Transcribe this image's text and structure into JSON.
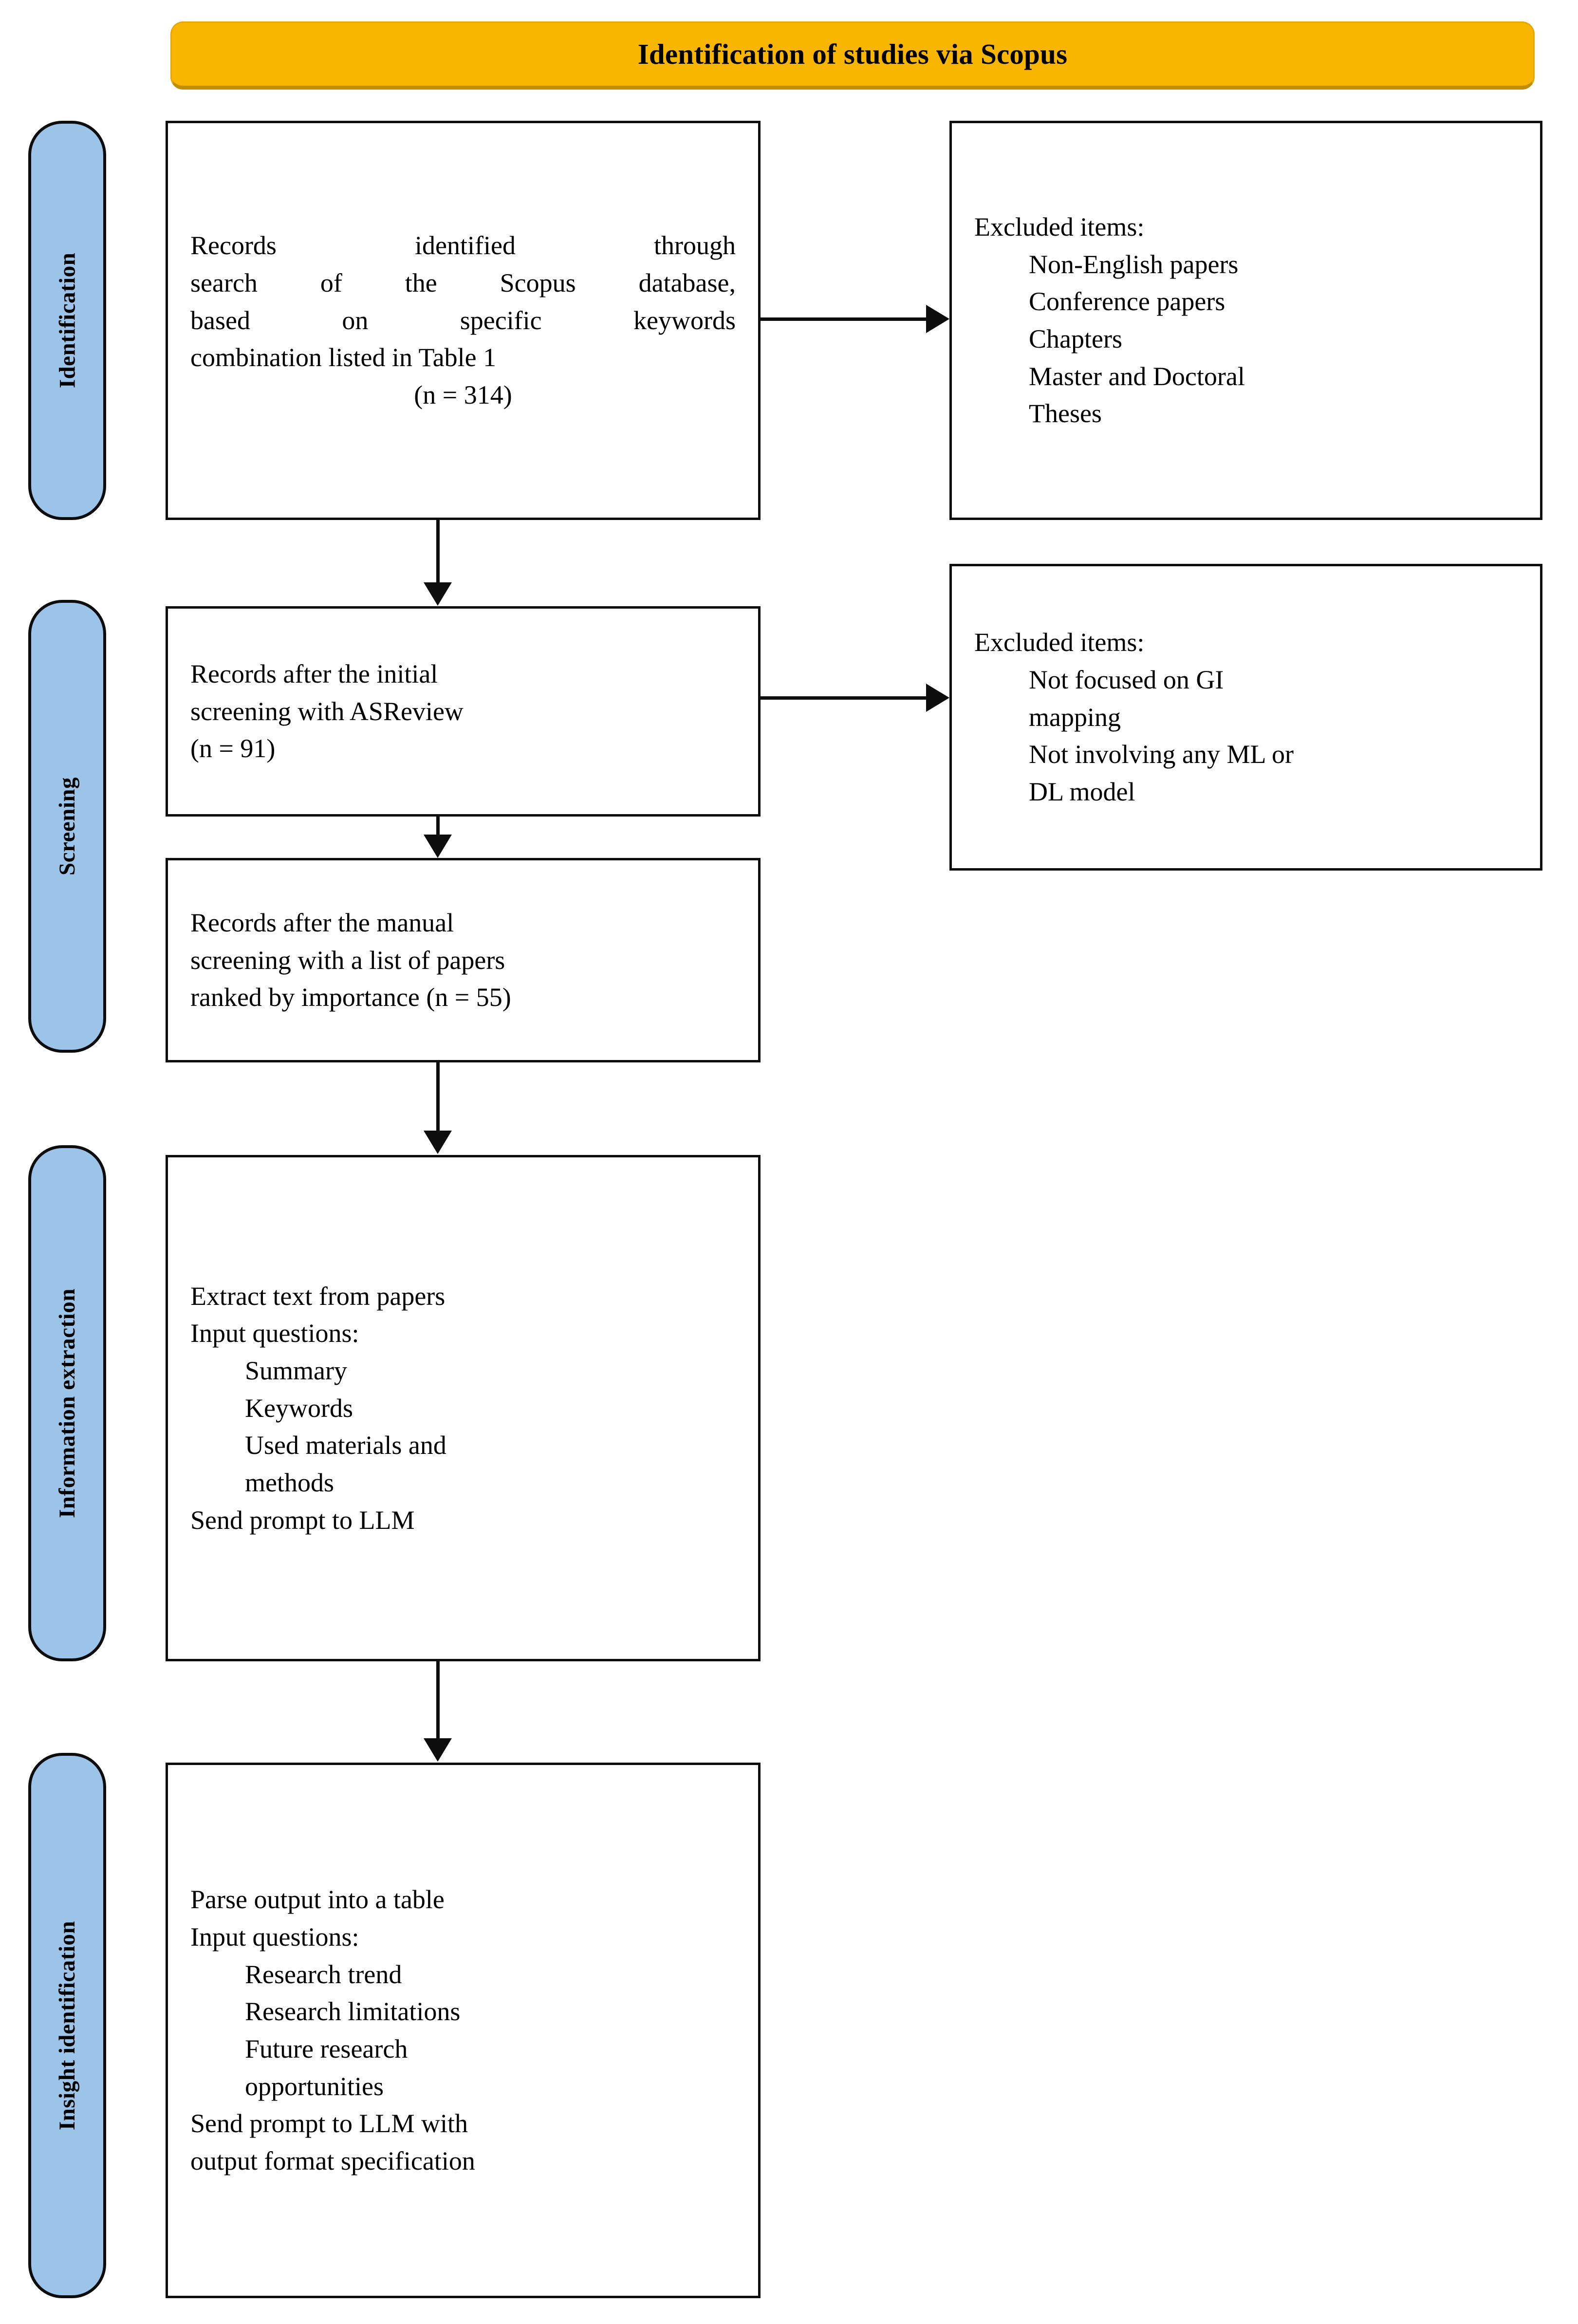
{
  "banner": {
    "title": "Identification of studies via Scopus",
    "bg_color": "#F9B600",
    "text_color": "#000000"
  },
  "stages": [
    {
      "id": "identification",
      "label": "Identification"
    },
    {
      "id": "screening",
      "label": "Screening"
    },
    {
      "id": "information-extraction",
      "label": "Information extraction"
    },
    {
      "id": "insight-identification",
      "label": "Insight identification"
    }
  ],
  "stage_pill_color": "#9CC3E8",
  "boxes": {
    "identified": {
      "line1": "Records identified through",
      "line2": "search of the Scopus database,",
      "line3": "based on specific keywords",
      "line4": "combination listed in Table 1",
      "count": "(n = 314)"
    },
    "excluded_1": {
      "heading": "Excluded items:",
      "items": [
        "Non-English papers",
        "Conference papers",
        "Chapters",
        "Master and Doctoral",
        "Theses"
      ]
    },
    "initial_screening": {
      "line1": "Records after the initial",
      "line2": "screening with ASReview",
      "count": "(n = 91)"
    },
    "excluded_2": {
      "heading": "Excluded items:",
      "items": [
        "Not focused on GI",
        "mapping",
        "Not involving any ML or",
        "DL model"
      ]
    },
    "manual_screening": {
      "line1": "Records after the manual",
      "line2": "screening with a list of papers",
      "line3": "ranked by importance (n = 55)"
    },
    "extraction": {
      "line1": "Extract text from papers",
      "line2": "Input questions:",
      "items": [
        "Summary",
        "Keywords",
        "Used materials and",
        "methods"
      ],
      "line3": "Send prompt to LLM"
    },
    "insight": {
      "line1": "Parse output into a table",
      "line2": "Input questions:",
      "items": [
        "Research trend",
        "Research limitations",
        "Future research",
        "opportunities"
      ],
      "line3": "Send prompt to LLM with",
      "line4": "output format specification"
    }
  },
  "chart_data": {
    "type": "diagram",
    "title": "Identification of studies via Scopus",
    "diagram_kind": "PRISMA flow diagram",
    "nodes": [
      {
        "stage": "Identification",
        "text": "Records identified through search of the Scopus database, based on specific keywords combination listed in Table 1 (n = 314)",
        "n": 314
      },
      {
        "stage": "Identification",
        "text": "Excluded items: Non-English papers; Conference papers; Chapters; Master and Doctoral Theses",
        "n": null
      },
      {
        "stage": "Screening",
        "text": "Records after the initial screening with ASReview (n = 91)",
        "n": 91
      },
      {
        "stage": "Screening",
        "text": "Excluded items: Not focused on GI mapping; Not involving any ML or DL model",
        "n": null
      },
      {
        "stage": "Screening",
        "text": "Records after the manual screening with a list of papers ranked by importance (n = 55)",
        "n": 55
      },
      {
        "stage": "Information extraction",
        "text": "Extract text from papers; Input questions: Summary, Keywords, Used materials and methods; Send prompt to LLM",
        "n": null
      },
      {
        "stage": "Insight identification",
        "text": "Parse output into a table; Input questions: Research trend, Research limitations, Future research opportunities; Send prompt to LLM with output format specification",
        "n": null
      }
    ],
    "edges": [
      {
        "from": "Records identified (n = 314)",
        "to": "Excluded items (identification)",
        "direction": "right"
      },
      {
        "from": "Records identified (n = 314)",
        "to": "Records after the initial screening (n = 91)",
        "direction": "down"
      },
      {
        "from": "Records after the initial screening (n = 91)",
        "to": "Excluded items (screening)",
        "direction": "right"
      },
      {
        "from": "Records after the initial screening (n = 91)",
        "to": "Records after the manual screening (n = 55)",
        "direction": "down"
      },
      {
        "from": "Records after the manual screening (n = 55)",
        "to": "Extract text from papers",
        "direction": "down"
      },
      {
        "from": "Extract text from papers",
        "to": "Parse output into a table",
        "direction": "down"
      }
    ]
  }
}
